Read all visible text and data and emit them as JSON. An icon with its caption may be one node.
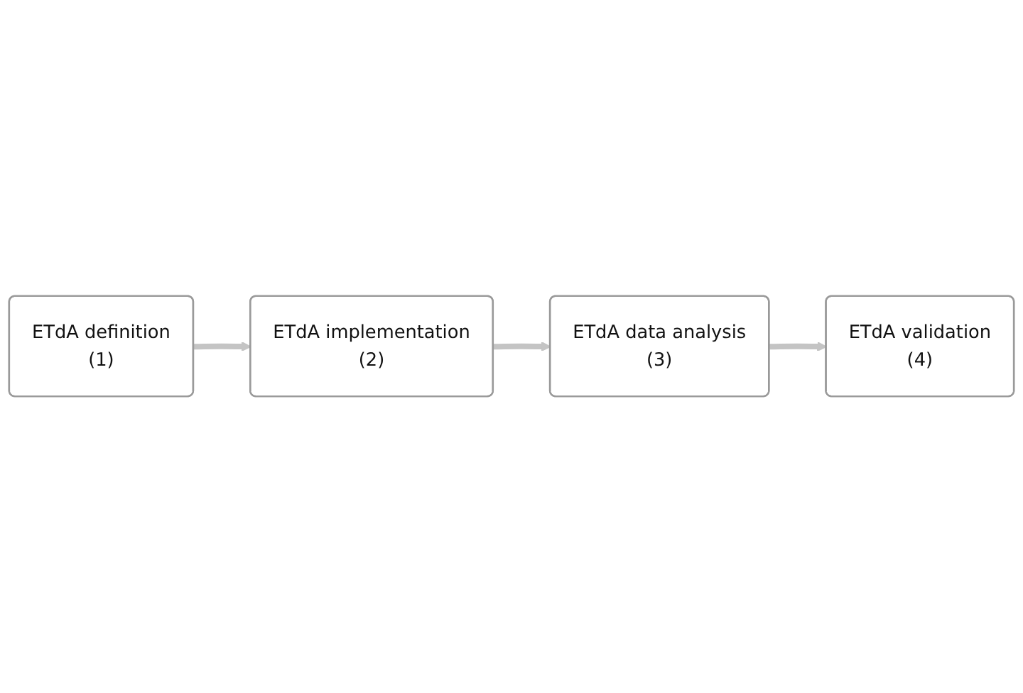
{
  "diagram": {
    "nodes": [
      {
        "text": [
          "ETdA definition",
          "(1)"
        ]
      },
      {
        "text": [
          "ETdA implementation",
          "(2)"
        ]
      },
      {
        "text": [
          "ETdA data analysis",
          "(3)"
        ]
      },
      {
        "text": [
          "ETdA validation",
          "(4)"
        ]
      }
    ],
    "edges": [
      {
        "from": 0,
        "to": 1,
        "arrow": "to"
      },
      {
        "from": 1,
        "to": 2,
        "arrow": "to"
      },
      {
        "from": 2,
        "to": 3,
        "arrow": "to"
      }
    ]
  }
}
